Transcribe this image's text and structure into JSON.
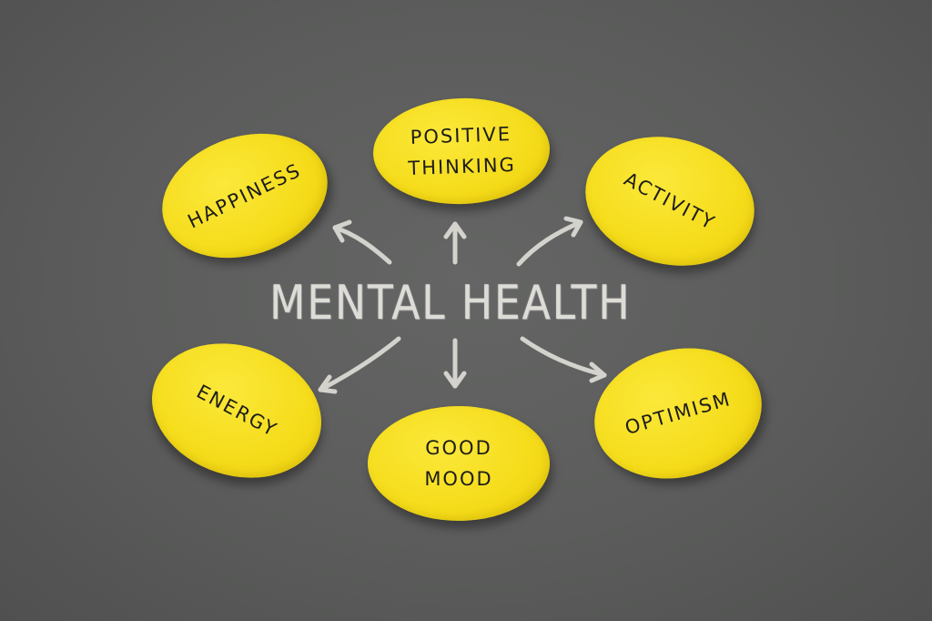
{
  "center": {
    "title": "MENTAL HEALTH"
  },
  "notes": [
    {
      "id": "happiness",
      "text": "HAPPINESS"
    },
    {
      "id": "positive-thinking",
      "text": "POSITIVE\nTHINKING"
    },
    {
      "id": "activity",
      "text": "ACTIVITY"
    },
    {
      "id": "energy",
      "text": "ENERGY"
    },
    {
      "id": "good-mood",
      "text": "GOOD\nMOOD"
    },
    {
      "id": "optimism",
      "text": "OPTIMISM"
    }
  ],
  "colors": {
    "background": "#595a59",
    "note_yellow": "#f5dc1a",
    "chalk": "#eceae4",
    "marker": "#1d1d1a"
  }
}
